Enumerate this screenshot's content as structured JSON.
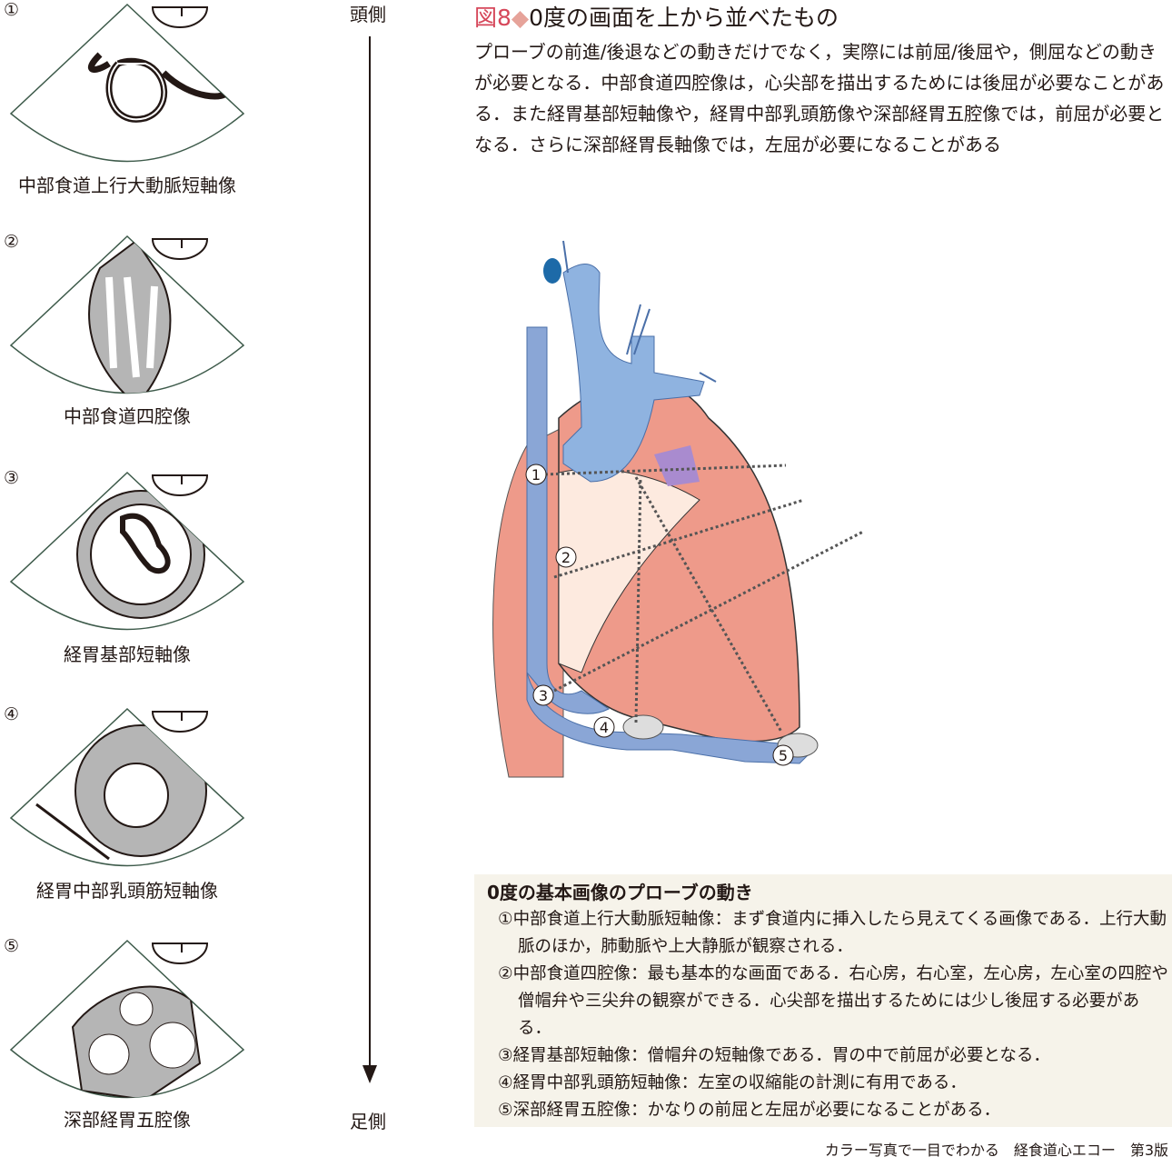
{
  "figure": {
    "number": "図8",
    "title": "0度の画面を上から並べたもの",
    "caption": "プローブの前進/後退などの動きだけでなく，実際には前屈/後屈や，側屈などの動きが必要となる．中部食道四腔像は，心尖部を描出するためには後屈が必要なことがある．また経胃基部短軸像や，経胃中部乳頭筋像や深部経胃五腔像では，前屈が必要となる．さらに深部経胃長軸像では，左屈が必要になることがある"
  },
  "views": [
    {
      "num": "①",
      "label": "中部食道上行大動脈短軸像"
    },
    {
      "num": "②",
      "label": "中部食道四腔像"
    },
    {
      "num": "③",
      "label": "経胃基部短軸像"
    },
    {
      "num": "④",
      "label": "経胃中部乳頭筋短軸像"
    },
    {
      "num": "⑤",
      "label": "深部経胃五腔像"
    }
  ],
  "axis": {
    "top": "頭側",
    "bottom": "足側"
  },
  "heart_markers": [
    "1",
    "2",
    "3",
    "4",
    "5"
  ],
  "box": {
    "heading": "0度の基本画像のプローブの動き",
    "items": [
      "①中部食道上行大動脈短軸像：まず食道内に挿入したら見えてくる画像である．上行大動脈のほか，肺動脈や上大静脈が観察される．",
      "②中部食道四腔像：最も基本的な画面である．右心房，右心室，左心房，左心室の四腔や僧帽弁や三尖弁の観察ができる．心尖部を描出するためには少し後屈する必要がある．",
      "③経胃基部短軸像：僧帽弁の短軸像である．胃の中で前屈が必要となる．",
      "④経胃中部乳頭筋短軸像：左室の収縮能の計測に有用である．",
      "⑤深部経胃五腔像：かなりの前屈と左屈が必要になることがある．"
    ]
  },
  "credit": "カラー写真で一目でわかる　経食道心エコー　第3版",
  "colors": {
    "accent": "#d6475a",
    "vessel": "#8fb3e0",
    "esophagus": "#8aa6d6",
    "muscle": "#ee9a8a",
    "box_bg": "#f6f3ea"
  }
}
